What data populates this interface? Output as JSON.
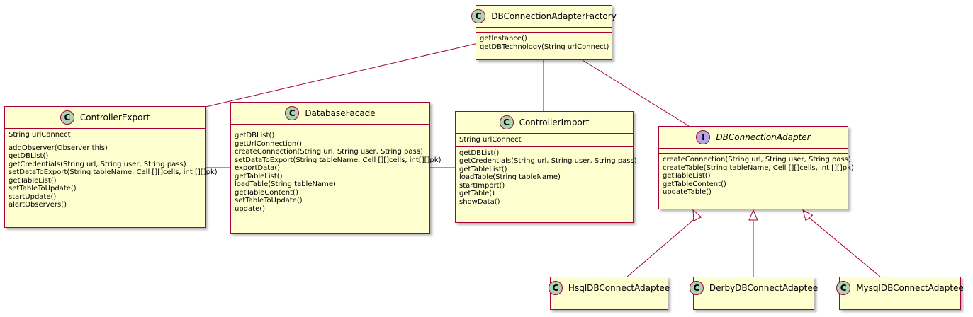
{
  "classes": {
    "factory": {
      "name": "DBConnectionAdapterFactory",
      "kind": "class",
      "attributes": [],
      "methods": [
        "getInstance()",
        "getDBTechnology(String urlConnect)"
      ]
    },
    "controller_export": {
      "name": "ControllerExport",
      "kind": "class",
      "attributes": [
        "String urlConnect"
      ],
      "methods": [
        "addObserver(Observer this)",
        "getDBList()",
        "getCredentials(String url, String user, String pass)",
        "setDataToExport(String tableName, Cell [][]cells, int [][]pk)",
        "getTableList()",
        "setTableToUpdate()",
        "startUpdate()",
        "alertObservers()"
      ]
    },
    "database_facade": {
      "name": "DatabaseFacade",
      "kind": "class",
      "attributes": [],
      "methods": [
        "getDBList()",
        "getUrlConnection()",
        "createConnection(String url, String user, String pass)",
        "setDataToExport(String tableName, Cell [][]cells, int[][]pk)",
        "exportData()",
        "getTableList()",
        "loadTable(String tableName)",
        "getTableContent()",
        "setTableToUpdate()",
        "update()"
      ]
    },
    "controller_import": {
      "name": "ControllerImport",
      "kind": "class",
      "attributes": [
        "String urlConnect"
      ],
      "methods": [
        "getDBList()",
        "getCredentials(String url, String user, String pass)",
        "getTableList()",
        "loadTable(String tableName)",
        "startImport()",
        "getTable()",
        "showData()"
      ]
    },
    "adapter": {
      "name": "DBConnectionAdapter",
      "kind": "interface",
      "attributes": [],
      "methods": [
        "createConnection(String url, String user, String pass)",
        "createTable(String tableName, Cell [][]cells, int [][]pk)",
        "getTableList()",
        "getTableContent()",
        "updateTable()"
      ]
    },
    "hsql": {
      "name": "HsqlDBConnectAdaptee",
      "kind": "class",
      "attributes": [],
      "methods": []
    },
    "derby": {
      "name": "DerbyDBConnectAdaptee",
      "kind": "class",
      "attributes": [],
      "methods": []
    },
    "mysql": {
      "name": "MysqlDBConnectAdaptee",
      "kind": "class",
      "attributes": [],
      "methods": []
    }
  },
  "badges": {
    "class": "C",
    "interface": "I"
  },
  "colors": {
    "class_fill": "#fefece",
    "border": "#a80036",
    "class_badge": "#add1b2",
    "interface_badge": "#b4a7e5"
  },
  "relations": [
    {
      "from": "factory",
      "to": "controller_export",
      "type": "association"
    },
    {
      "from": "factory",
      "to": "controller_import",
      "type": "association"
    },
    {
      "from": "factory",
      "to": "adapter",
      "type": "association"
    },
    {
      "from": "controller_export",
      "to": "database_facade",
      "type": "association"
    },
    {
      "from": "database_facade",
      "to": "controller_import",
      "type": "association"
    },
    {
      "from": "hsql",
      "to": "adapter",
      "type": "realization"
    },
    {
      "from": "derby",
      "to": "adapter",
      "type": "realization"
    },
    {
      "from": "mysql",
      "to": "adapter",
      "type": "realization"
    }
  ]
}
